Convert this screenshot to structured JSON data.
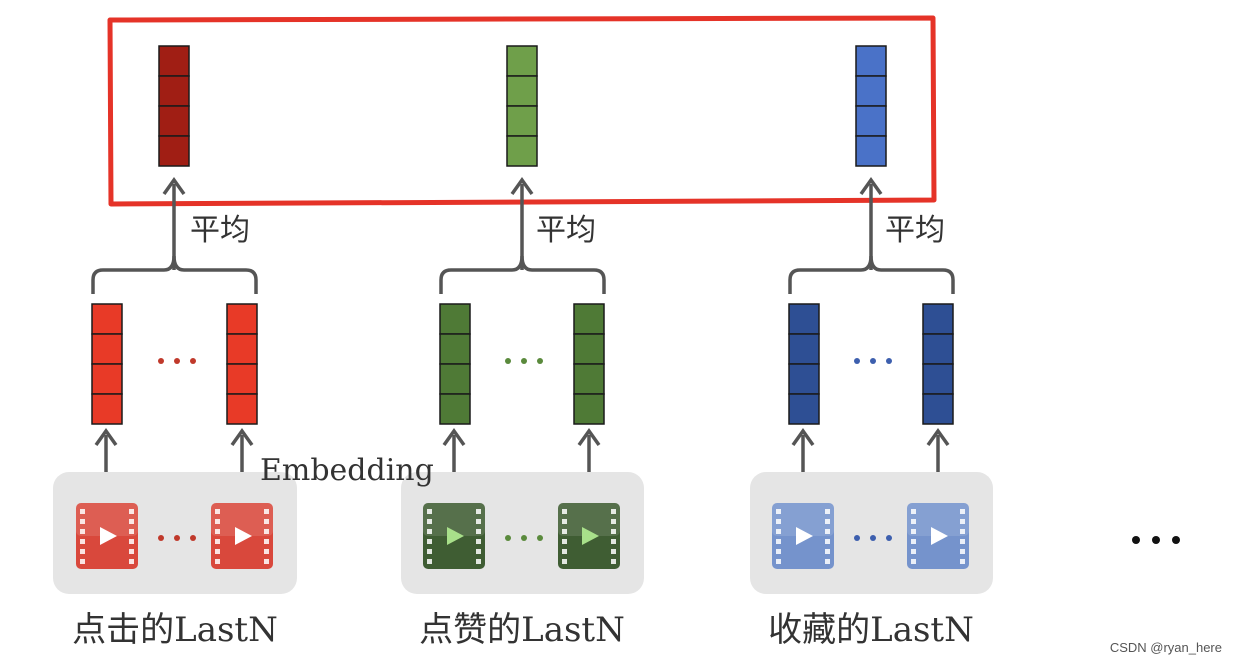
{
  "groups": [
    {
      "label": "点击的LastN",
      "average_label": "平均",
      "colors": {
        "pooled": "#a01e14",
        "embedding": "#e83a27",
        "video": "#d9483c",
        "dots": "#c0392b"
      }
    },
    {
      "label": "点赞的LastN",
      "average_label": "平均",
      "colors": {
        "pooled": "#6f9f4a",
        "embedding": "#4f7a36",
        "video": "#3f5d33",
        "dots": "#5a8a3c"
      }
    },
    {
      "label": "收藏的LastN",
      "average_label": "平均",
      "colors": {
        "pooled": "#4a72c8",
        "embedding": "#2e4f94",
        "video": "#7593cc",
        "dots": "#3d5fae"
      }
    }
  ],
  "embedding_label": "Embedding",
  "concat_box_color": "#e53328",
  "arrow_color": "#555555",
  "more_dots_color": "#111111",
  "watermark": "CSDN @ryan_here"
}
